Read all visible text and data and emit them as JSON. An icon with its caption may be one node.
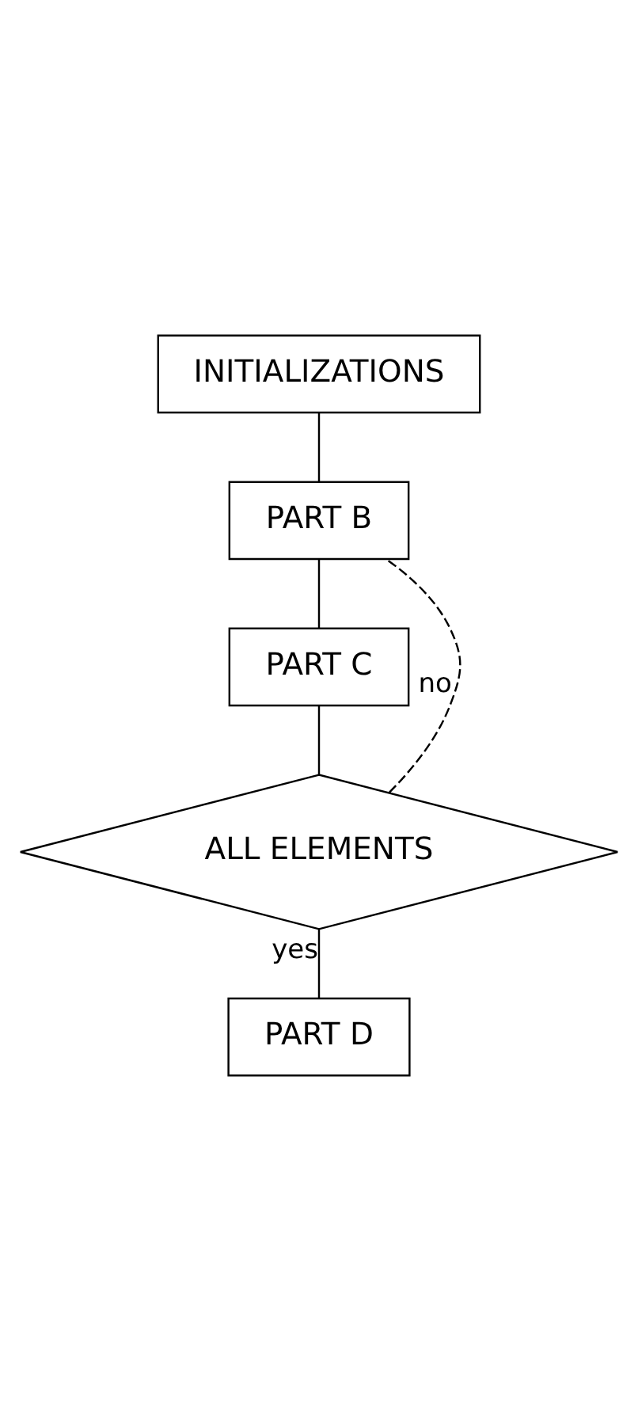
{
  "diagram": {
    "nodes": [
      {
        "text": [
          "INITIALIZATIONS"
        ]
      },
      {
        "text": [
          "PART B"
        ]
      },
      {
        "text": [
          "PART C"
        ]
      },
      {
        "text": [
          "ALL ELEMENTS"
        ]
      },
      {
        "text": [
          "PART D"
        ]
      }
    ],
    "edges": [
      {
        "from": 0,
        "to": 1,
        "arrow": "none"
      },
      {
        "from": 1,
        "to": 2,
        "arrow": "none"
      },
      {
        "from": 2,
        "to": 3,
        "arrow": "none"
      },
      {
        "from": 3,
        "to": 4,
        "arrow": "none",
        "label": "yes"
      },
      {
        "from": 3,
        "to": 1,
        "arrow": "none",
        "label": "no",
        "style": "dashed"
      }
    ]
  }
}
